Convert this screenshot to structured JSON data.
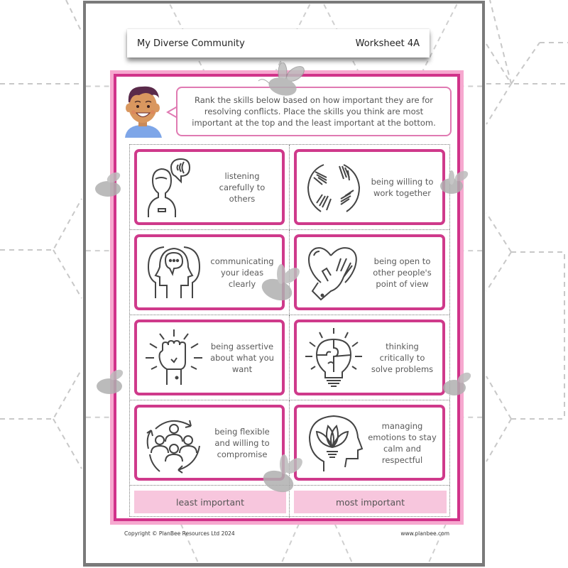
{
  "header": {
    "title": "My Diverse Community",
    "worksheet": "Worksheet 4A"
  },
  "instructions": "Rank the skills below based on how important they are for resolving conflicts. Place the skills you think are most important at the top and the least important at the bottom.",
  "cards": [
    {
      "label": "listening carefully to others",
      "icon": "listening-person-icon"
    },
    {
      "label": "being willing to work together",
      "icon": "hands-circle-icon"
    },
    {
      "label": "communicating your ideas clearly",
      "icon": "head-speech-icon"
    },
    {
      "label": "being open to other people's point of view",
      "icon": "heart-hand-icon"
    },
    {
      "label": "being assertive about what you want",
      "icon": "raised-fist-icon"
    },
    {
      "label": "thinking critically to solve problems",
      "icon": "puzzle-lightbulb-icon"
    },
    {
      "label": "being flexible and willing to compromise",
      "icon": "group-cycle-icon"
    },
    {
      "label": "managing emotions to stay calm and respectful",
      "icon": "lotus-head-icon"
    }
  ],
  "ranking": {
    "least": "least important",
    "most": "most important"
  },
  "footer": {
    "copyright": "Copyright © PlanBee Resources Ltd 2024",
    "website": "www.planbee.com"
  },
  "colors": {
    "accent": "#cf3a8b",
    "frame_light": "#f6a8cf",
    "rank_fill": "#f7c6dd",
    "sheet_border": "#7a7a7a"
  }
}
